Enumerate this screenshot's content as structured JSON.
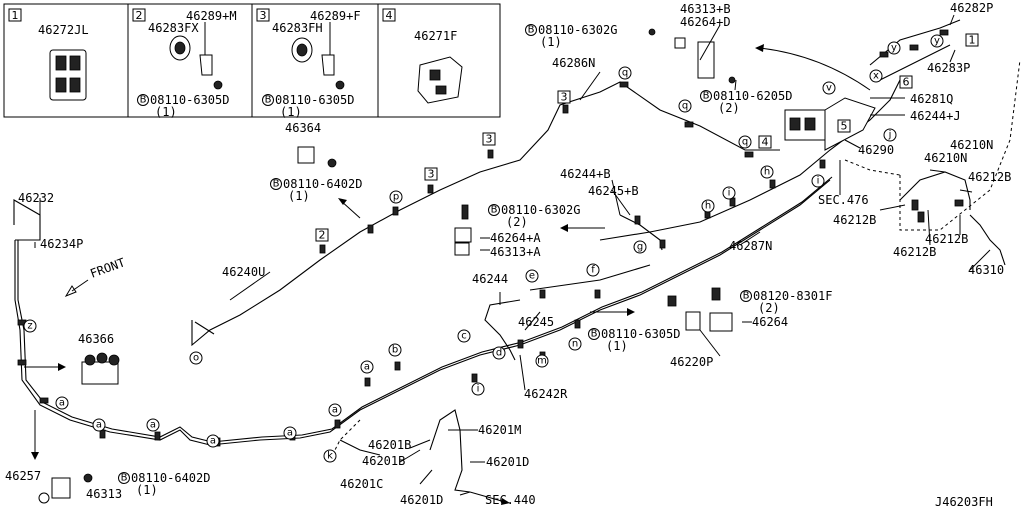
{
  "diagram_id": "J46203FH",
  "inset_boxes": [
    {
      "index": "1",
      "part": "46272JL"
    },
    {
      "index": "2",
      "parts": [
        "46289+M",
        "46283FX",
        "08110-6305D",
        "(1)"
      ]
    },
    {
      "index": "3",
      "parts": [
        "46289+F",
        "46283FH",
        "08110-6305D",
        "(1)"
      ]
    },
    {
      "index": "4",
      "part": "46271F"
    }
  ],
  "bolt_marker": "B",
  "labels": {
    "p46313_B": "46313+B",
    "p46264_D": "46264+D",
    "b6302G_top": "08110-6302G",
    "b6302G_top_q": "(1)",
    "b6205D": "08110-6205D",
    "b6205D_q": "(2)",
    "p46282P": "46282P",
    "p46283P": "46283P",
    "p46281Q": "46281Q",
    "p46244_J": "46244+J",
    "p46290": "46290",
    "p46286N": "46286N",
    "p46364": "46364",
    "b6402D_mid": "08110-6402D",
    "b6402D_mid_q": "(1)",
    "p46232": "46232",
    "p46234P": "46234P",
    "front": "FRONT",
    "p46240U": "46240U",
    "p46366": "46366",
    "p46257": "46257",
    "p46313": "46313",
    "b6402D_bot": "08110-6402D",
    "b6402D_bot_q": "(1)",
    "p46244_B": "46244+B",
    "p46245_B": "46245+B",
    "b6302G_mid": "08110-6302G",
    "b6302G_mid_q": "(2)",
    "p46264_A": "46264+A",
    "p46313_A": "46313+A",
    "p46244": "46244",
    "p46245": "46245",
    "p46242R": "46242R",
    "p46201M": "46201M",
    "p46201B_1": "46201B",
    "p46201B_2": "46201B",
    "p46201C": "46201C",
    "p46201D_1": "46201D",
    "p46201D_2": "46201D",
    "sec440": "SEC.440",
    "sec476": "SEC.476",
    "p46287N": "46287N",
    "b8301F": "08120-8301F",
    "b8301F_q": "(2)",
    "p46264": "46264",
    "b6305D": "08110-6305D",
    "b6305D_q": "(1)",
    "p46220P": "46220P",
    "p46210N_1": "46210N",
    "p46210N_2": "46210N",
    "p46212B_1": "46212B",
    "p46212B_2": "46212B",
    "p46212B_3": "46212B",
    "p46212B_4": "46212B",
    "p46310": "46310"
  },
  "callouts": [
    "a",
    "b",
    "c",
    "d",
    "e",
    "f",
    "g",
    "h",
    "i",
    "j",
    "k",
    "l",
    "m",
    "n",
    "o",
    "p",
    "q",
    "v",
    "x",
    "y",
    "z",
    "1",
    "2",
    "3",
    "4",
    "5",
    "6"
  ]
}
